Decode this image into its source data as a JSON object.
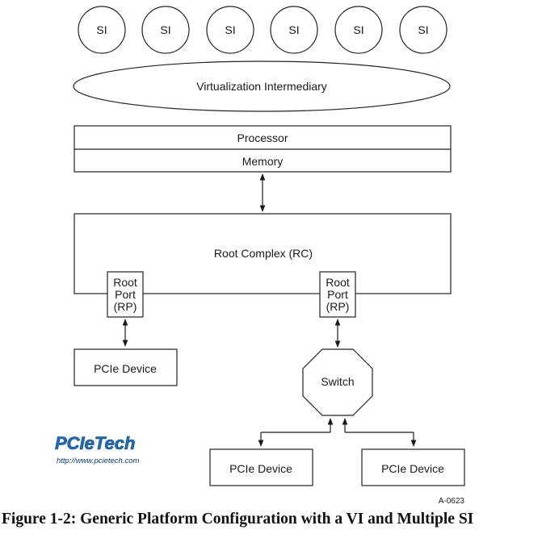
{
  "system_images": [
    "SI",
    "SI",
    "SI",
    "SI",
    "SI",
    "SI"
  ],
  "virtualization_intermediary": "Virtualization Intermediary",
  "processor": "Processor",
  "memory": "Memory",
  "root_complex": "Root Complex (RC)",
  "root_port_left": [
    "Root",
    "Port",
    "(RP)"
  ],
  "root_port_right": [
    "Root",
    "Port",
    "(RP)"
  ],
  "device_left": "PCIe Device",
  "switch": "Switch",
  "device_bottom_left": "PCIe Device",
  "device_bottom_right": "PCIe Device",
  "logo": {
    "text": "PCIeTech",
    "url": "http://www.pcietech.com",
    "color_blue": "#1f6fb5",
    "color_dark": "#0b3c6e"
  },
  "figure_id": "A-0623",
  "caption": "Figure 1-2:  Generic Platform Configuration with a VI and Multiple SI"
}
